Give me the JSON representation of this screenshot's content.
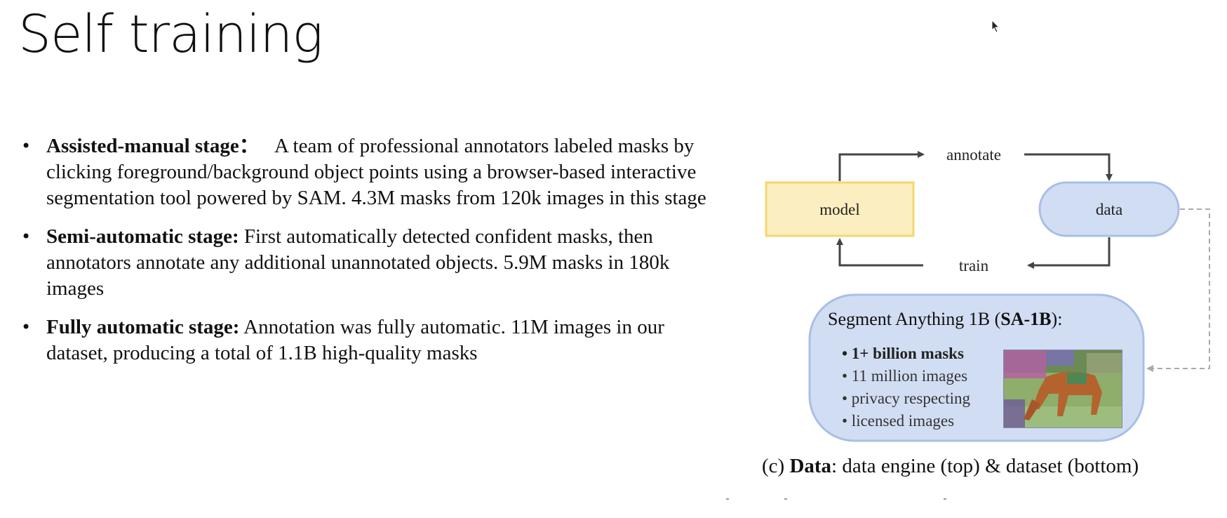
{
  "slide": {
    "title": "Self training"
  },
  "bullets": [
    {
      "heading": "Assisted-manual stage：",
      "text": "A team of professional annotators labeled masks by clicking foreground/background object points using a browser-based interactive segmentation tool powered by SAM. 4.3M masks from 120k images in this stage"
    },
    {
      "heading": "Semi-automatic stage:",
      "text": "First automatically detected confident masks, then annotators annotate any additional unannotated objects. 5.9M masks in 180k images"
    },
    {
      "heading": "Fully automatic stage:",
      "text": "Annotation was fully automatic. 11M images in our dataset, producing a total of 1.1B high-quality masks"
    }
  ],
  "figure": {
    "nodes": {
      "model": "model",
      "data": "data"
    },
    "edges": {
      "annotate": "annotate",
      "train": "train"
    },
    "dataset": {
      "title_prefix": "Segment Anything 1B (",
      "title_bold": "SA-1B",
      "title_suffix": "):",
      "items": [
        "• 1+ billion masks",
        "• 11 million images",
        "• privacy respecting",
        "• licensed images"
      ]
    },
    "caption": {
      "prefix": "(c) ",
      "bold": "Data",
      "text": ": data engine (top) & dataset (bottom)"
    },
    "colors": {
      "model_fill": "#fbeec0",
      "model_stroke": "#f5d76e",
      "data_fill": "#d1ddf2",
      "data_stroke": "#a8bfe6",
      "arrow": "#444444"
    }
  }
}
